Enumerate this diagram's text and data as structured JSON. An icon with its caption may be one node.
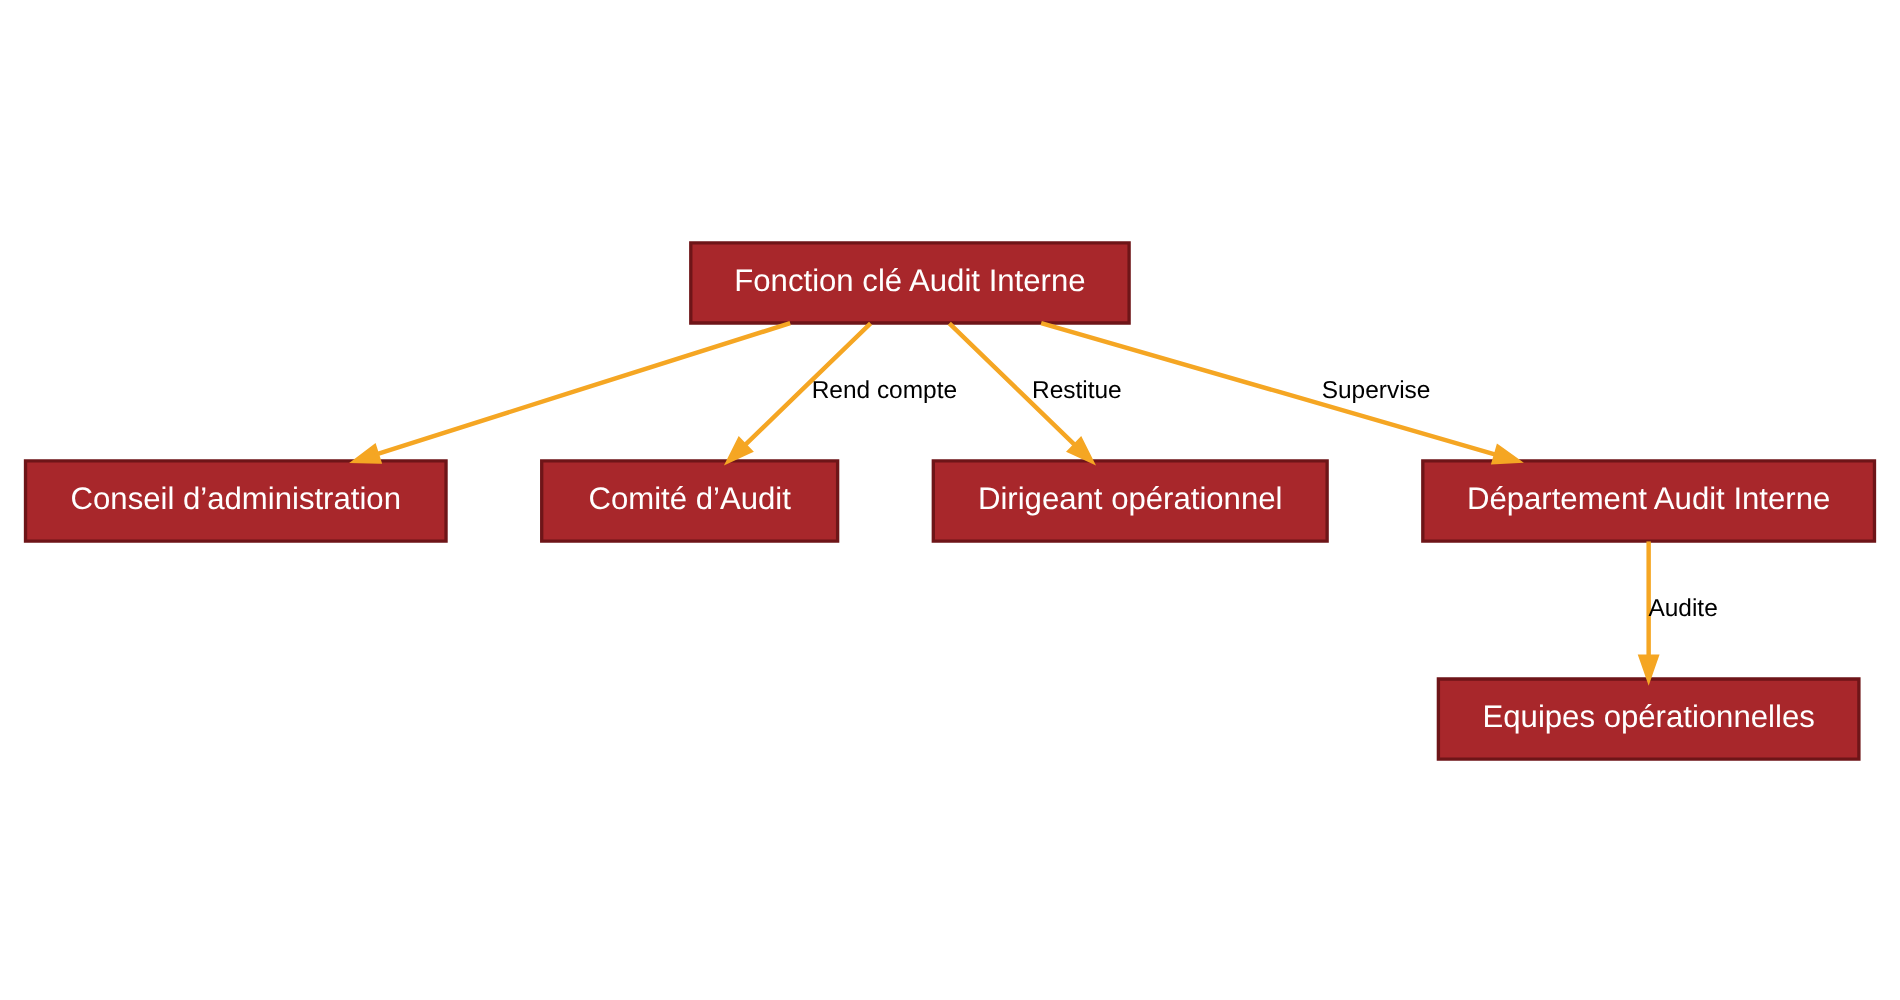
{
  "diagram": {
    "nodes": [
      {
        "text": [
          "Conseil d’administration"
        ]
      },
      {
        "text": [
          "Comité d’Audit"
        ]
      },
      {
        "text": [
          "Dirigeant opérationnel"
        ]
      },
      {
        "text": [
          "Fonction clé Audit Interne"
        ]
      },
      {
        "text": [
          "Département Audit Interne"
        ]
      },
      {
        "text": [
          "Equipes opérationnelles"
        ]
      }
    ],
    "edges": [
      {
        "from": 3,
        "to": 0,
        "arrow": "to"
      },
      {
        "from": 3,
        "to": 1,
        "arrow": "to",
        "label": "Rend compte"
      },
      {
        "from": 3,
        "to": 2,
        "arrow": "to",
        "label": "Restitue"
      },
      {
        "from": 3,
        "to": 4,
        "arrow": "to",
        "label": "Supervise"
      },
      {
        "from": 4,
        "to": 5,
        "arrow": "to",
        "label": "Audite"
      }
    ]
  }
}
